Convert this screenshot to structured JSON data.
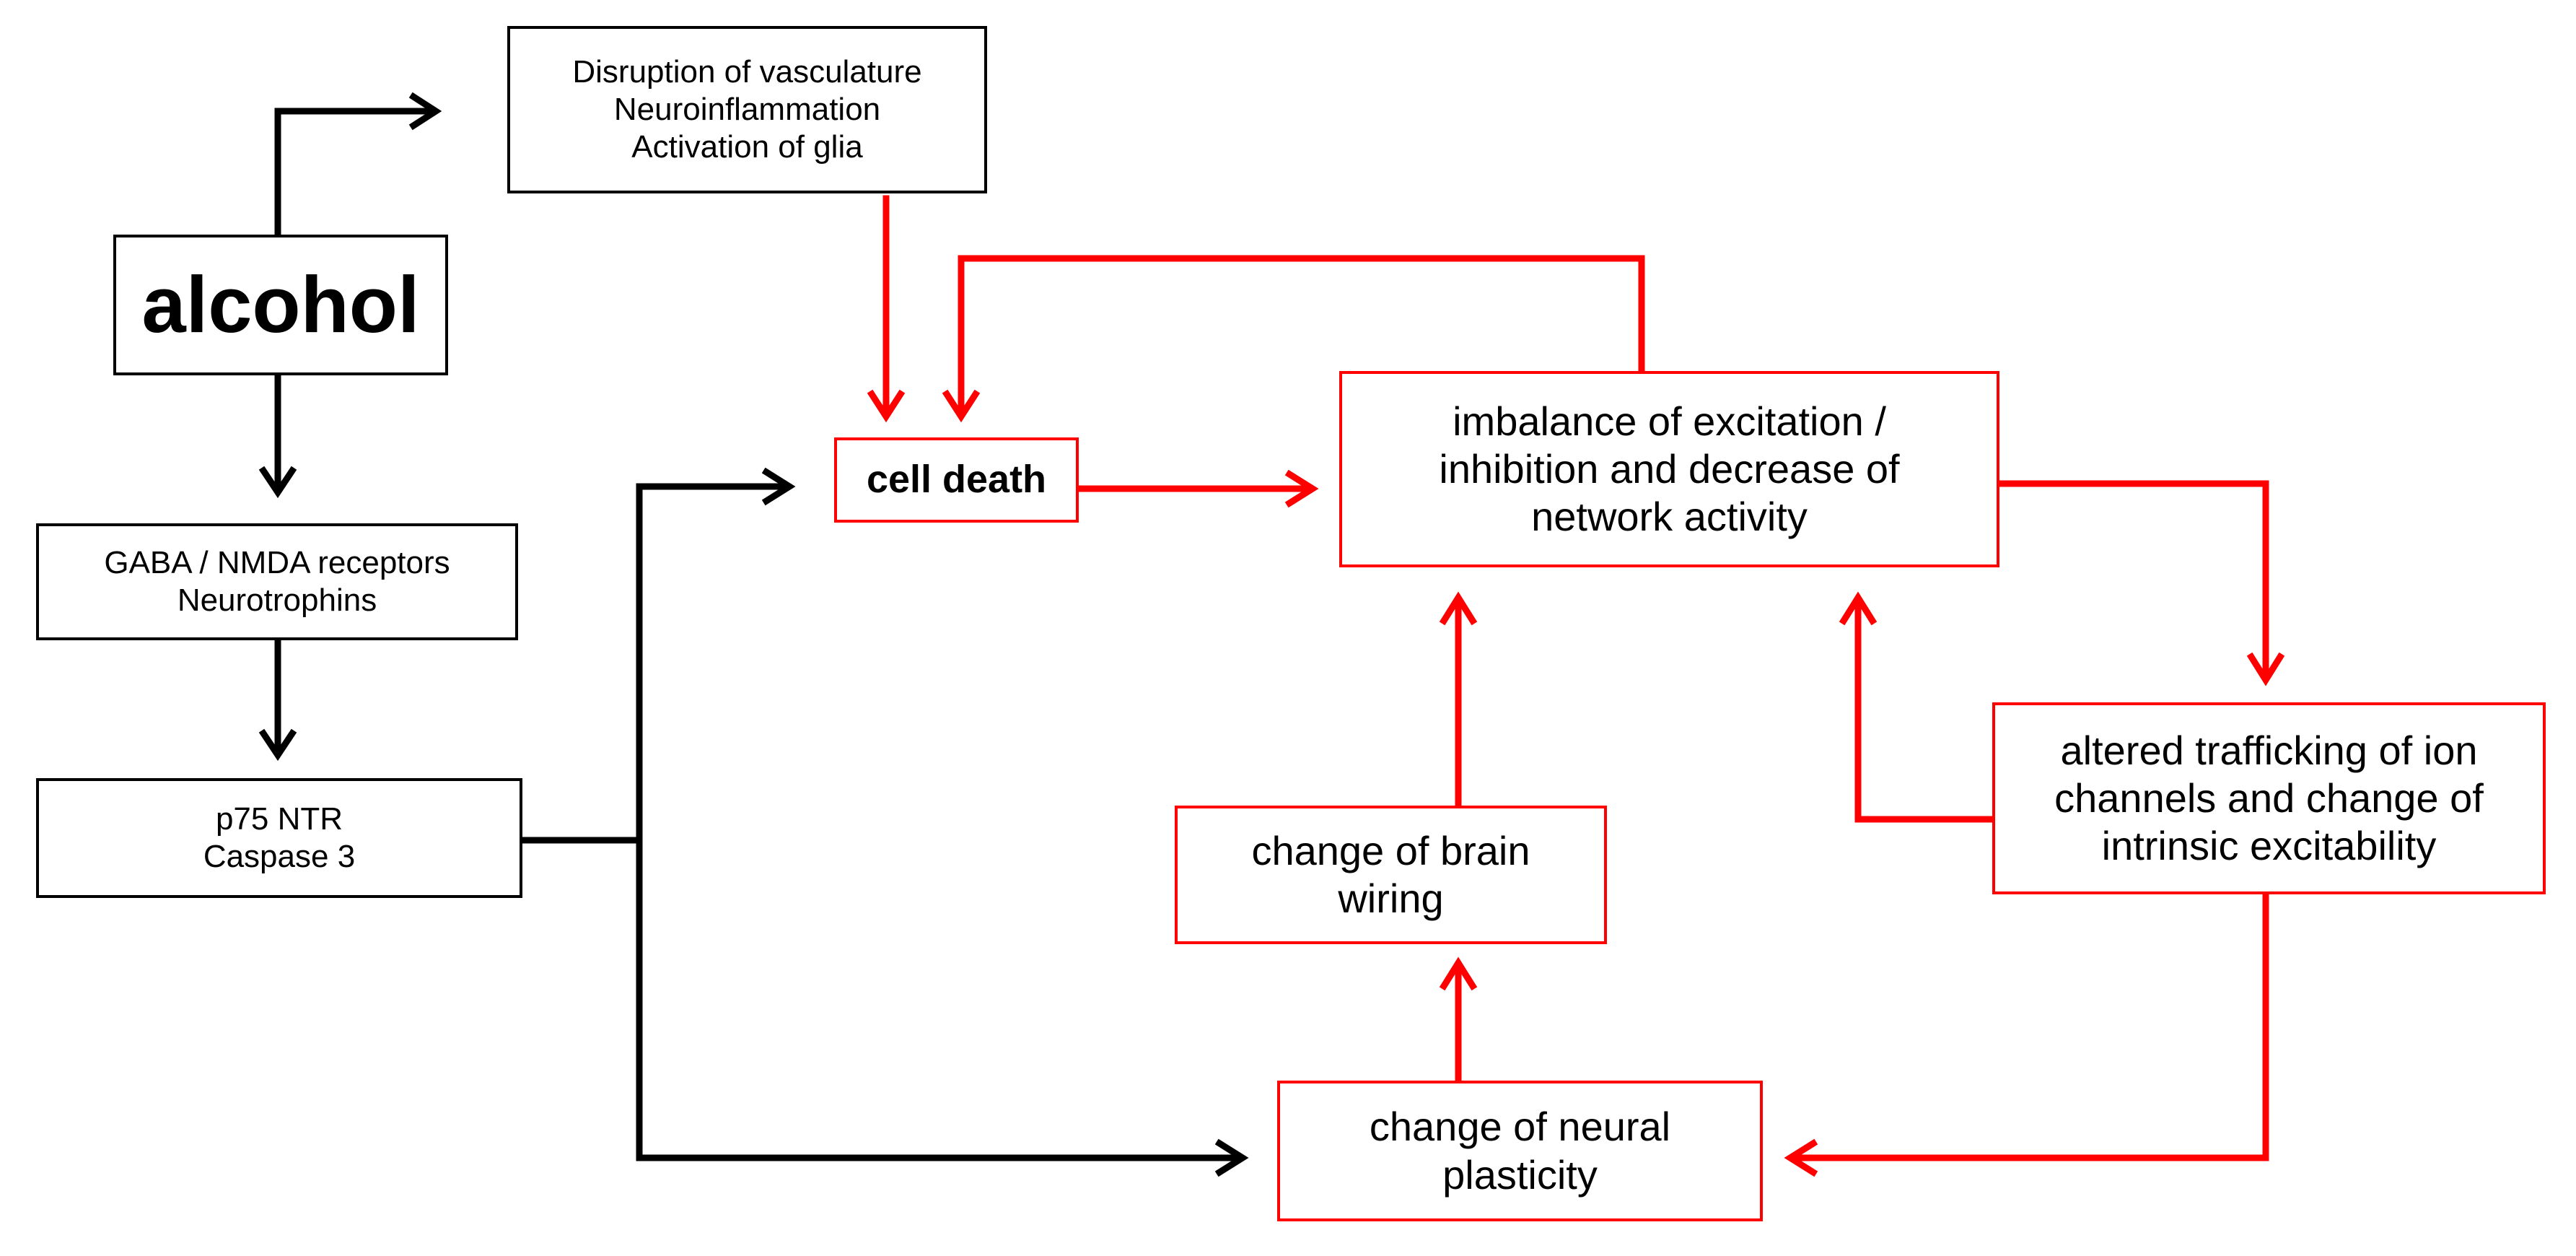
{
  "colors": {
    "black": "#000000",
    "red": "#ff0000",
    "background": "#ffffff"
  },
  "nodes": {
    "alcohol": {
      "lines": [
        "alcohol"
      ]
    },
    "vasculature": {
      "lines": [
        "Disruption of vasculature",
        "Neuroinflammation",
        "Activation of glia"
      ]
    },
    "receptors": {
      "lines": [
        "GABA / NMDA receptors",
        "Neurotrophins"
      ]
    },
    "p75": {
      "lines": [
        "p75 NTR",
        "Caspase 3"
      ]
    },
    "cell_death": {
      "lines": [
        "cell death"
      ]
    },
    "imbalance": {
      "lines": [
        "imbalance of excitation /",
        "inhibition and decrease of",
        "network activity"
      ]
    },
    "trafficking": {
      "lines": [
        "altered trafficking of ion",
        "channels and change of",
        "intrinsic excitability"
      ]
    },
    "wiring": {
      "lines": [
        "change of brain",
        "wiring"
      ]
    },
    "plasticity": {
      "lines": [
        "change of neural",
        "plasticity"
      ]
    }
  }
}
